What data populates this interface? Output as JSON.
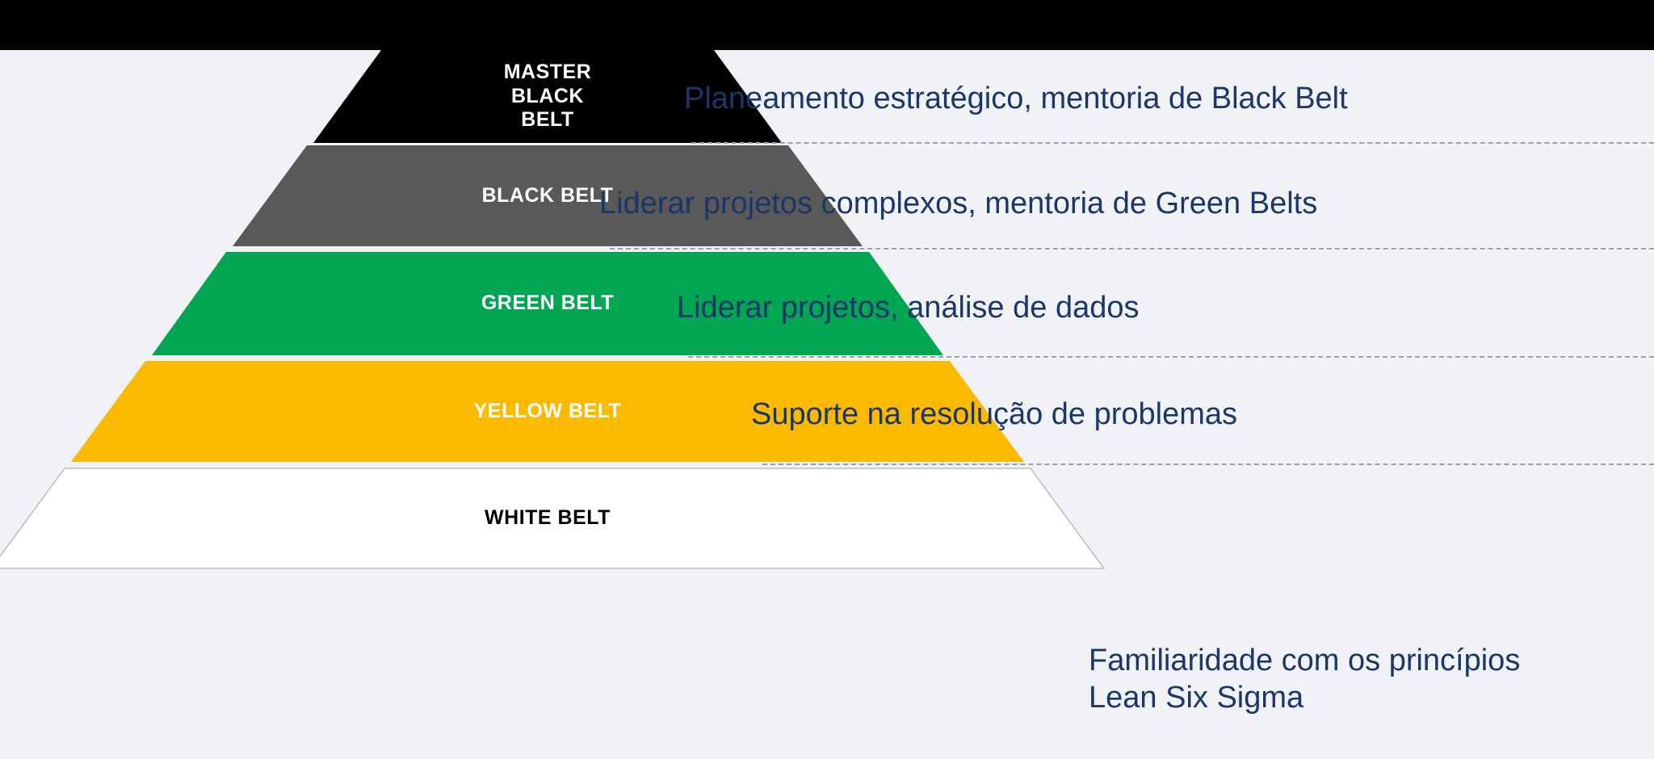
{
  "page": {
    "title": "Níveis de certificação Lean Six Sigma",
    "background_color": "#f0f2f6",
    "top_bar_color": "#000000",
    "description_text_color": "#1b3668",
    "separator_color": "#9aa0a6"
  },
  "pyramid": {
    "levels": [
      {
        "id": "master-black-belt",
        "label": "MASTER\nBLACK\nBELT",
        "description": "Planeamento estratégico, mentoria de Black Belt",
        "fill": "#000000",
        "label_color": "#ffffff",
        "border": "none"
      },
      {
        "id": "black-belt",
        "label": "BLACK BELT",
        "description": "Liderar projetos complexos, mentoria de Green Belts",
        "fill": "#595959",
        "label_color": "#ffffff",
        "border": "none"
      },
      {
        "id": "green-belt",
        "label": "GREEN BELT",
        "description": "Liderar projetos, análise de dados",
        "fill": "#00a651",
        "label_color": "#ffffff",
        "border": "none"
      },
      {
        "id": "yellow-belt",
        "label": "YELLOW BELT",
        "description": "Suporte na resolução de problemas",
        "fill": "#fbba00",
        "label_color": "#ffffff",
        "border": "none"
      },
      {
        "id": "white-belt",
        "label": "WHITE BELT",
        "description": "Familiaridade com os princípios\nLean Six Sigma",
        "fill": "#ffffff",
        "label_color": "#000000",
        "border": "#bcbfc4"
      }
    ]
  }
}
